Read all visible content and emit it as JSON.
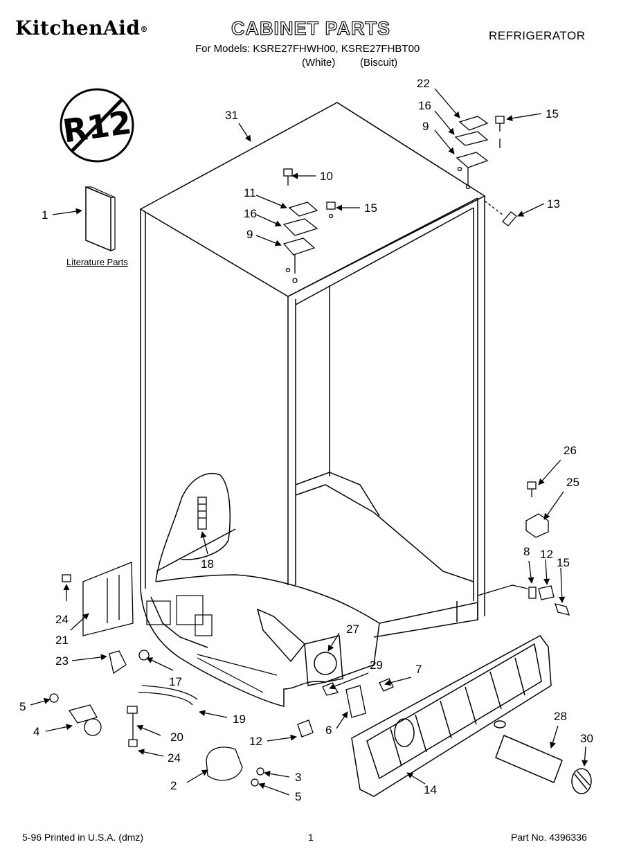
{
  "header": {
    "brand": "KitchenAid",
    "trademark": "®",
    "title": "CABINET PARTS",
    "product": "REFRIGERATOR",
    "models_line": "For Models: KSRE27FHWH00, KSRE27FHBT00",
    "color_white": "(White)",
    "color_biscuit": "(Biscuit)"
  },
  "badge": {
    "text": "R12"
  },
  "literature_label": "Literature Parts",
  "callouts": [
    "31",
    "22",
    "16",
    "9",
    "15",
    "10",
    "11",
    "16",
    "15",
    "9",
    "13",
    "1",
    "26",
    "25",
    "8",
    "12",
    "15",
    "18",
    "24",
    "21",
    "23",
    "17",
    "27",
    "29",
    "7",
    "5",
    "4",
    "20",
    "19",
    "12",
    "6",
    "28",
    "30",
    "24",
    "2",
    "3",
    "5",
    "14"
  ],
  "footer": {
    "left": "5-96 Printed in U.S.A. (dmz)",
    "page": "1",
    "part": "Part No. 4396336"
  }
}
